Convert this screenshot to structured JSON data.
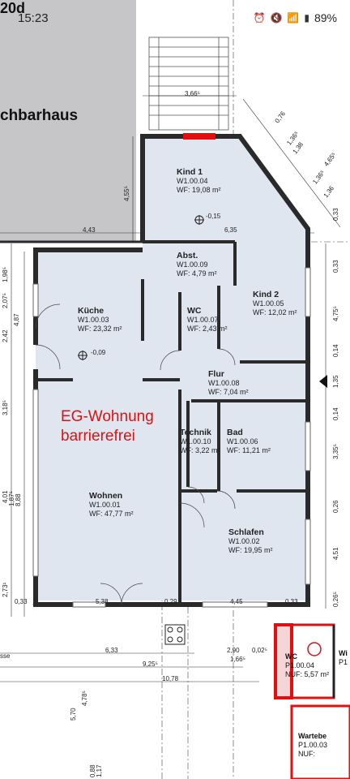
{
  "status_bar": {
    "time": "15:23",
    "battery": "89%",
    "icons": [
      "notification-icon",
      "alarm-icon",
      "mute-icon",
      "wifi-icon",
      "signal-icon",
      "battery-icon"
    ]
  },
  "plan": {
    "sheet_label": "20d",
    "neighbor_label": "chbarhaus",
    "apartment_label_line1": "EG-Wohnung",
    "apartment_label_line2": "barrierefrei",
    "rooms": [
      {
        "key": "kind1",
        "name": "Kind 1",
        "code": "W1.00.04",
        "area": "WF: 19,08 m²"
      },
      {
        "key": "abst",
        "name": "Abst.",
        "code": "W1.00.09",
        "area": "WF: 4,79 m²"
      },
      {
        "key": "kind2",
        "name": "Kind 2",
        "code": "W1.00.05",
        "area": "WF: 12,02 m²"
      },
      {
        "key": "kueche",
        "name": "Küche",
        "code": "W1.00.03",
        "area": "WF: 23,32 m²"
      },
      {
        "key": "wc",
        "name": "WC",
        "code": "W1.00.07",
        "area": "WF: 2,43 m²"
      },
      {
        "key": "flur",
        "name": "Flur",
        "code": "W1.00.08",
        "area": "WF: 7,04 m²"
      },
      {
        "key": "technik",
        "name": "Technik",
        "code": "W1.00.10",
        "area": "WF: 3,22 m²"
      },
      {
        "key": "bad",
        "name": "Bad",
        "code": "W1.00.06",
        "area": "WF: 11,21 m²"
      },
      {
        "key": "wohnen",
        "name": "Wohnen",
        "code": "W1.00.01",
        "area": "WF: 47,77 m²"
      },
      {
        "key": "schlafen",
        "name": "Schlafen",
        "code": "W1.00.02",
        "area": "WF: 19,95 m²"
      }
    ],
    "levels": {
      "kind1": "-0,15",
      "kueche": "-0,09"
    },
    "dims": {
      "d366": "3,66⁵",
      "d455": "4,55⁵",
      "d443": "4,43",
      "d635": "6,35",
      "d538": "5,38",
      "d029": "0,29",
      "d445": "4,45",
      "d033a": "0,33",
      "d033b": "0,33",
      "d633": "6,33",
      "d925": "9,25⁵",
      "d1078": "10,78",
      "d290": "2,90",
      "d002": "0,02⁵",
      "d166": "1,66⁵",
      "d478": "4,78⁵",
      "d570": "5,70",
      "d088": "0,88",
      "d117": "1,17"
    },
    "right_dims": [
      "0,33",
      "4,75⁵",
      "0,14",
      "1,35",
      "0,14",
      "3,35⁵",
      "0,26",
      "4,51",
      "0,26⁵",
      "0,33"
    ],
    "right_top_dims": [
      "0,76",
      "1,36⁵",
      "1,38",
      "4,65⁵",
      "1,36⁵",
      "1,36"
    ],
    "left_dims": [
      "1,98⁵",
      "2,07⁵",
      "4,87",
      "2,42",
      "3,18⁵",
      "4,01",
      "1,87⁵",
      "8,88",
      "2,73¹"
    ],
    "neighbor_wc": {
      "name": "WC",
      "code": "P1.00.04",
      "area": "NUF: 5,57 m²"
    },
    "neighbor_warte": {
      "name": "Wartebe",
      "code": "P1.00.03",
      "area": "NUF:"
    },
    "neighbor_right": {
      "name": "Wi",
      "code": "P1"
    },
    "left_edge": "sse"
  }
}
